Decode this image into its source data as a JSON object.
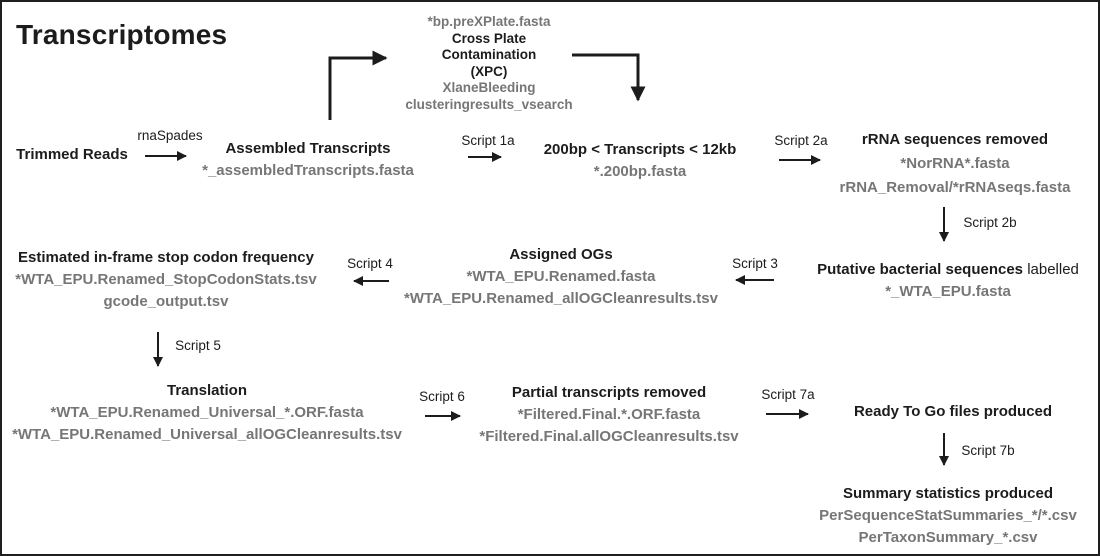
{
  "title": "Transcriptomes",
  "colors": {
    "ink": "#1c1c1c",
    "muted_gray": "#767676",
    "background": "#ffffff"
  },
  "nodes": {
    "trimmed_reads": {
      "title": "Trimmed Reads"
    },
    "assembled_transcripts": {
      "title": "Assembled Transcripts",
      "files": [
        "*_assembledTranscripts.fasta"
      ]
    },
    "xpc": {
      "input_file": "*bp.preXPlate.fasta",
      "title_lines": [
        "Cross Plate",
        "Contamination",
        "(XPC)"
      ],
      "files": [
        "XlaneBleeding",
        "clusteringresults_vsearch"
      ]
    },
    "size_filtered": {
      "title": "200bp < Transcripts < 12kb",
      "files": [
        "*.200bp.fasta"
      ]
    },
    "rrna_removed": {
      "title": "rRNA sequences removed",
      "files": [
        "*NorRNA*.fasta",
        "rRNA_Removal/*rRNAseqs.fasta"
      ]
    },
    "putative_bacterial": {
      "title_bold": "Putative bacterial sequences",
      "title_regular": "labelled",
      "files": [
        "*_WTA_EPU.fasta"
      ]
    },
    "assigned_ogs": {
      "title": "Assigned OGs",
      "files": [
        "*WTA_EPU.Renamed.fasta",
        "*WTA_EPU.Renamed_allOGCleanresults.tsv"
      ]
    },
    "stop_codon_freq": {
      "title": "Estimated in-frame stop codon frequency",
      "files": [
        "*WTA_EPU.Renamed_StopCodonStats.tsv",
        "gcode_output.tsv"
      ]
    },
    "translation": {
      "title": "Translation",
      "files": [
        "*WTA_EPU.Renamed_Universal_*.ORF.fasta",
        "*WTA_EPU.Renamed_Universal_allOGCleanresults.tsv"
      ]
    },
    "partial_removed": {
      "title": "Partial transcripts removed",
      "files": [
        "*Filtered.Final.*.ORF.fasta",
        "*Filtered.Final.allOGCleanresults.tsv"
      ]
    },
    "ready_to_go": {
      "title": "Ready To Go files produced"
    },
    "summary_stats": {
      "title": "Summary statistics produced",
      "files": [
        "PerSequenceStatSummaries_*/*.csv",
        "PerTaxonSummary_*.csv"
      ]
    }
  },
  "edge_labels": {
    "rnaspades": "rnaSpades",
    "script_1a": "Script 1a",
    "script_2a": "Script 2a",
    "script_2b": "Script 2b",
    "script_3": "Script 3",
    "script_4": "Script 4",
    "script_5": "Script 5",
    "script_6": "Script 6",
    "script_7a": "Script 7a",
    "script_7b": "Script 7b"
  }
}
